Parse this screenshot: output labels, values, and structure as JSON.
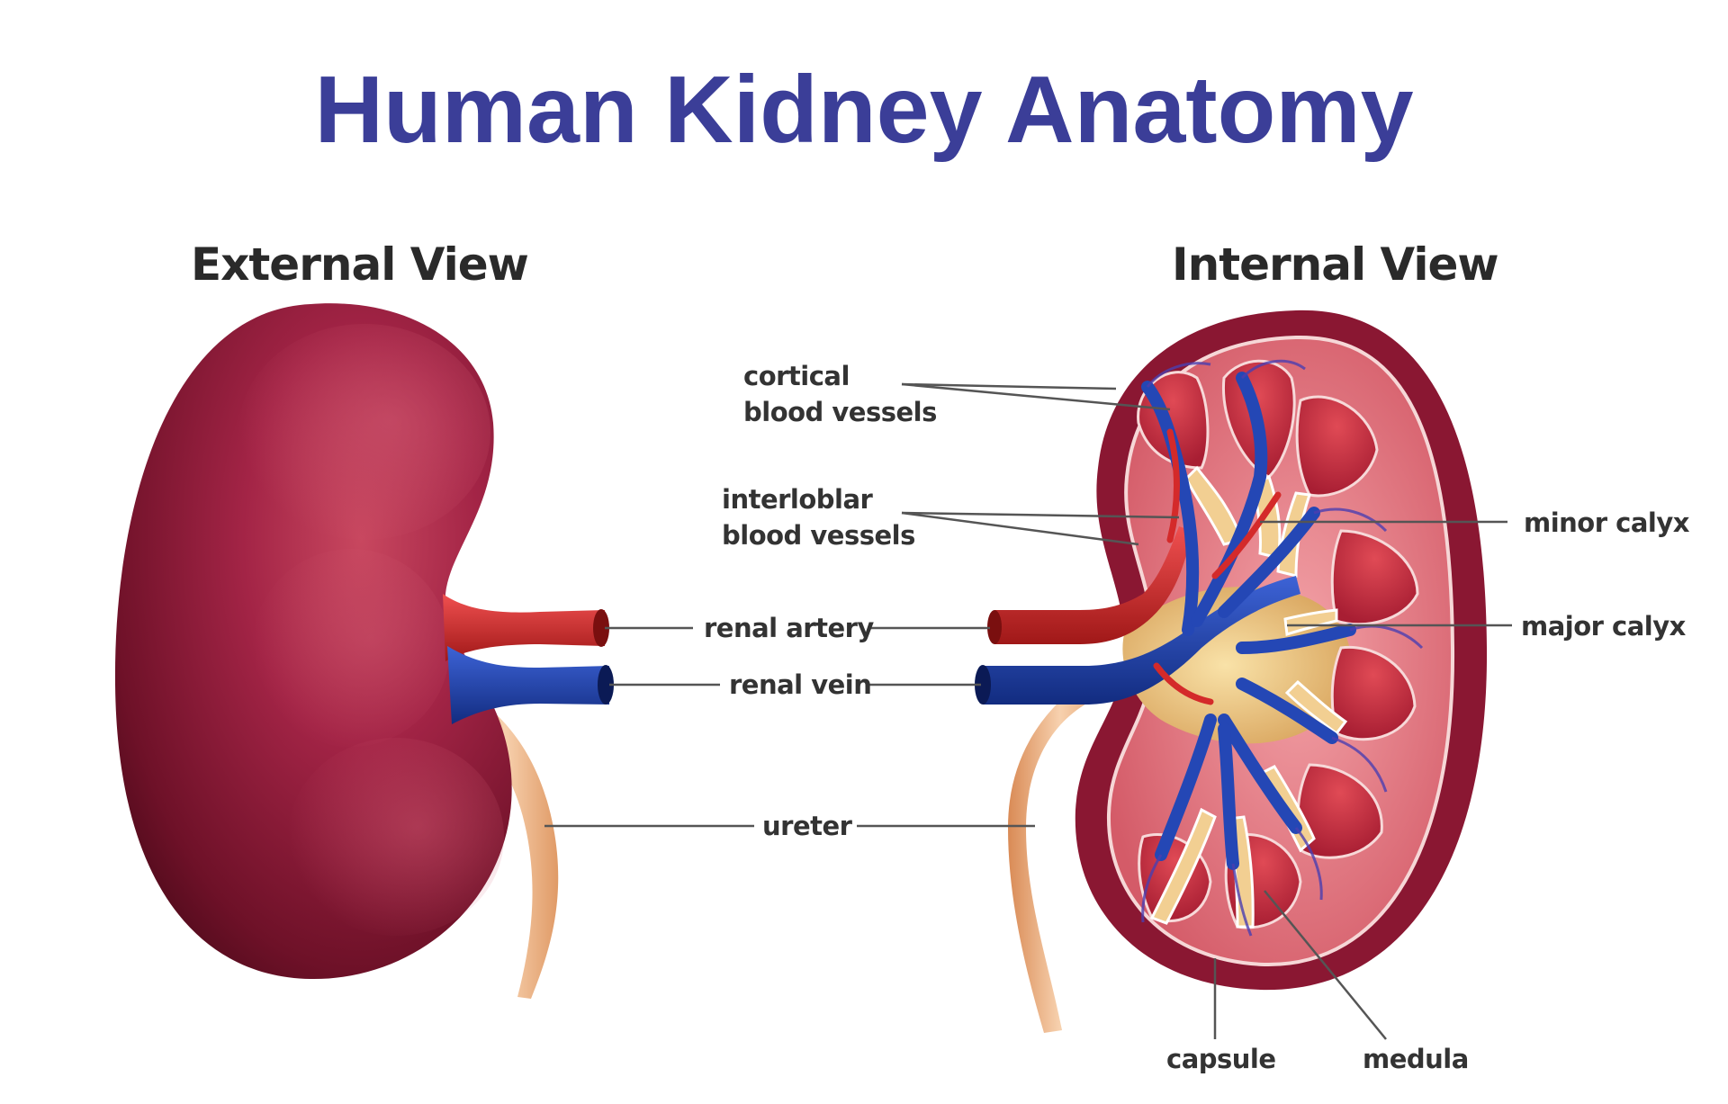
{
  "title": "Human Kidney Anatomy",
  "views": {
    "external": "External View",
    "internal": "Internal View"
  },
  "labels": {
    "cortical_blood_vessels": "cortical\nblood vessels",
    "interlobular_blood_vessels": "interloblar\nblood vessels",
    "renal_artery": "renal artery",
    "renal_vein": "renal vein",
    "ureter": "ureter",
    "minor_calyx": "minor calyx",
    "major_calyx": "major calyx",
    "capsule": "capsule",
    "medula": "medula"
  },
  "colors": {
    "title": "#3b3e98",
    "kidney_outer": "#8e1d3a",
    "kidney_dark": "#4a0a1a",
    "artery": "#d42a2a",
    "vein": "#1f3fa8",
    "ureter": "#e8b07e",
    "pelvis": "#e9c27f",
    "cortex": "#d96a74",
    "medulla_pyramid": "#c0283a"
  }
}
